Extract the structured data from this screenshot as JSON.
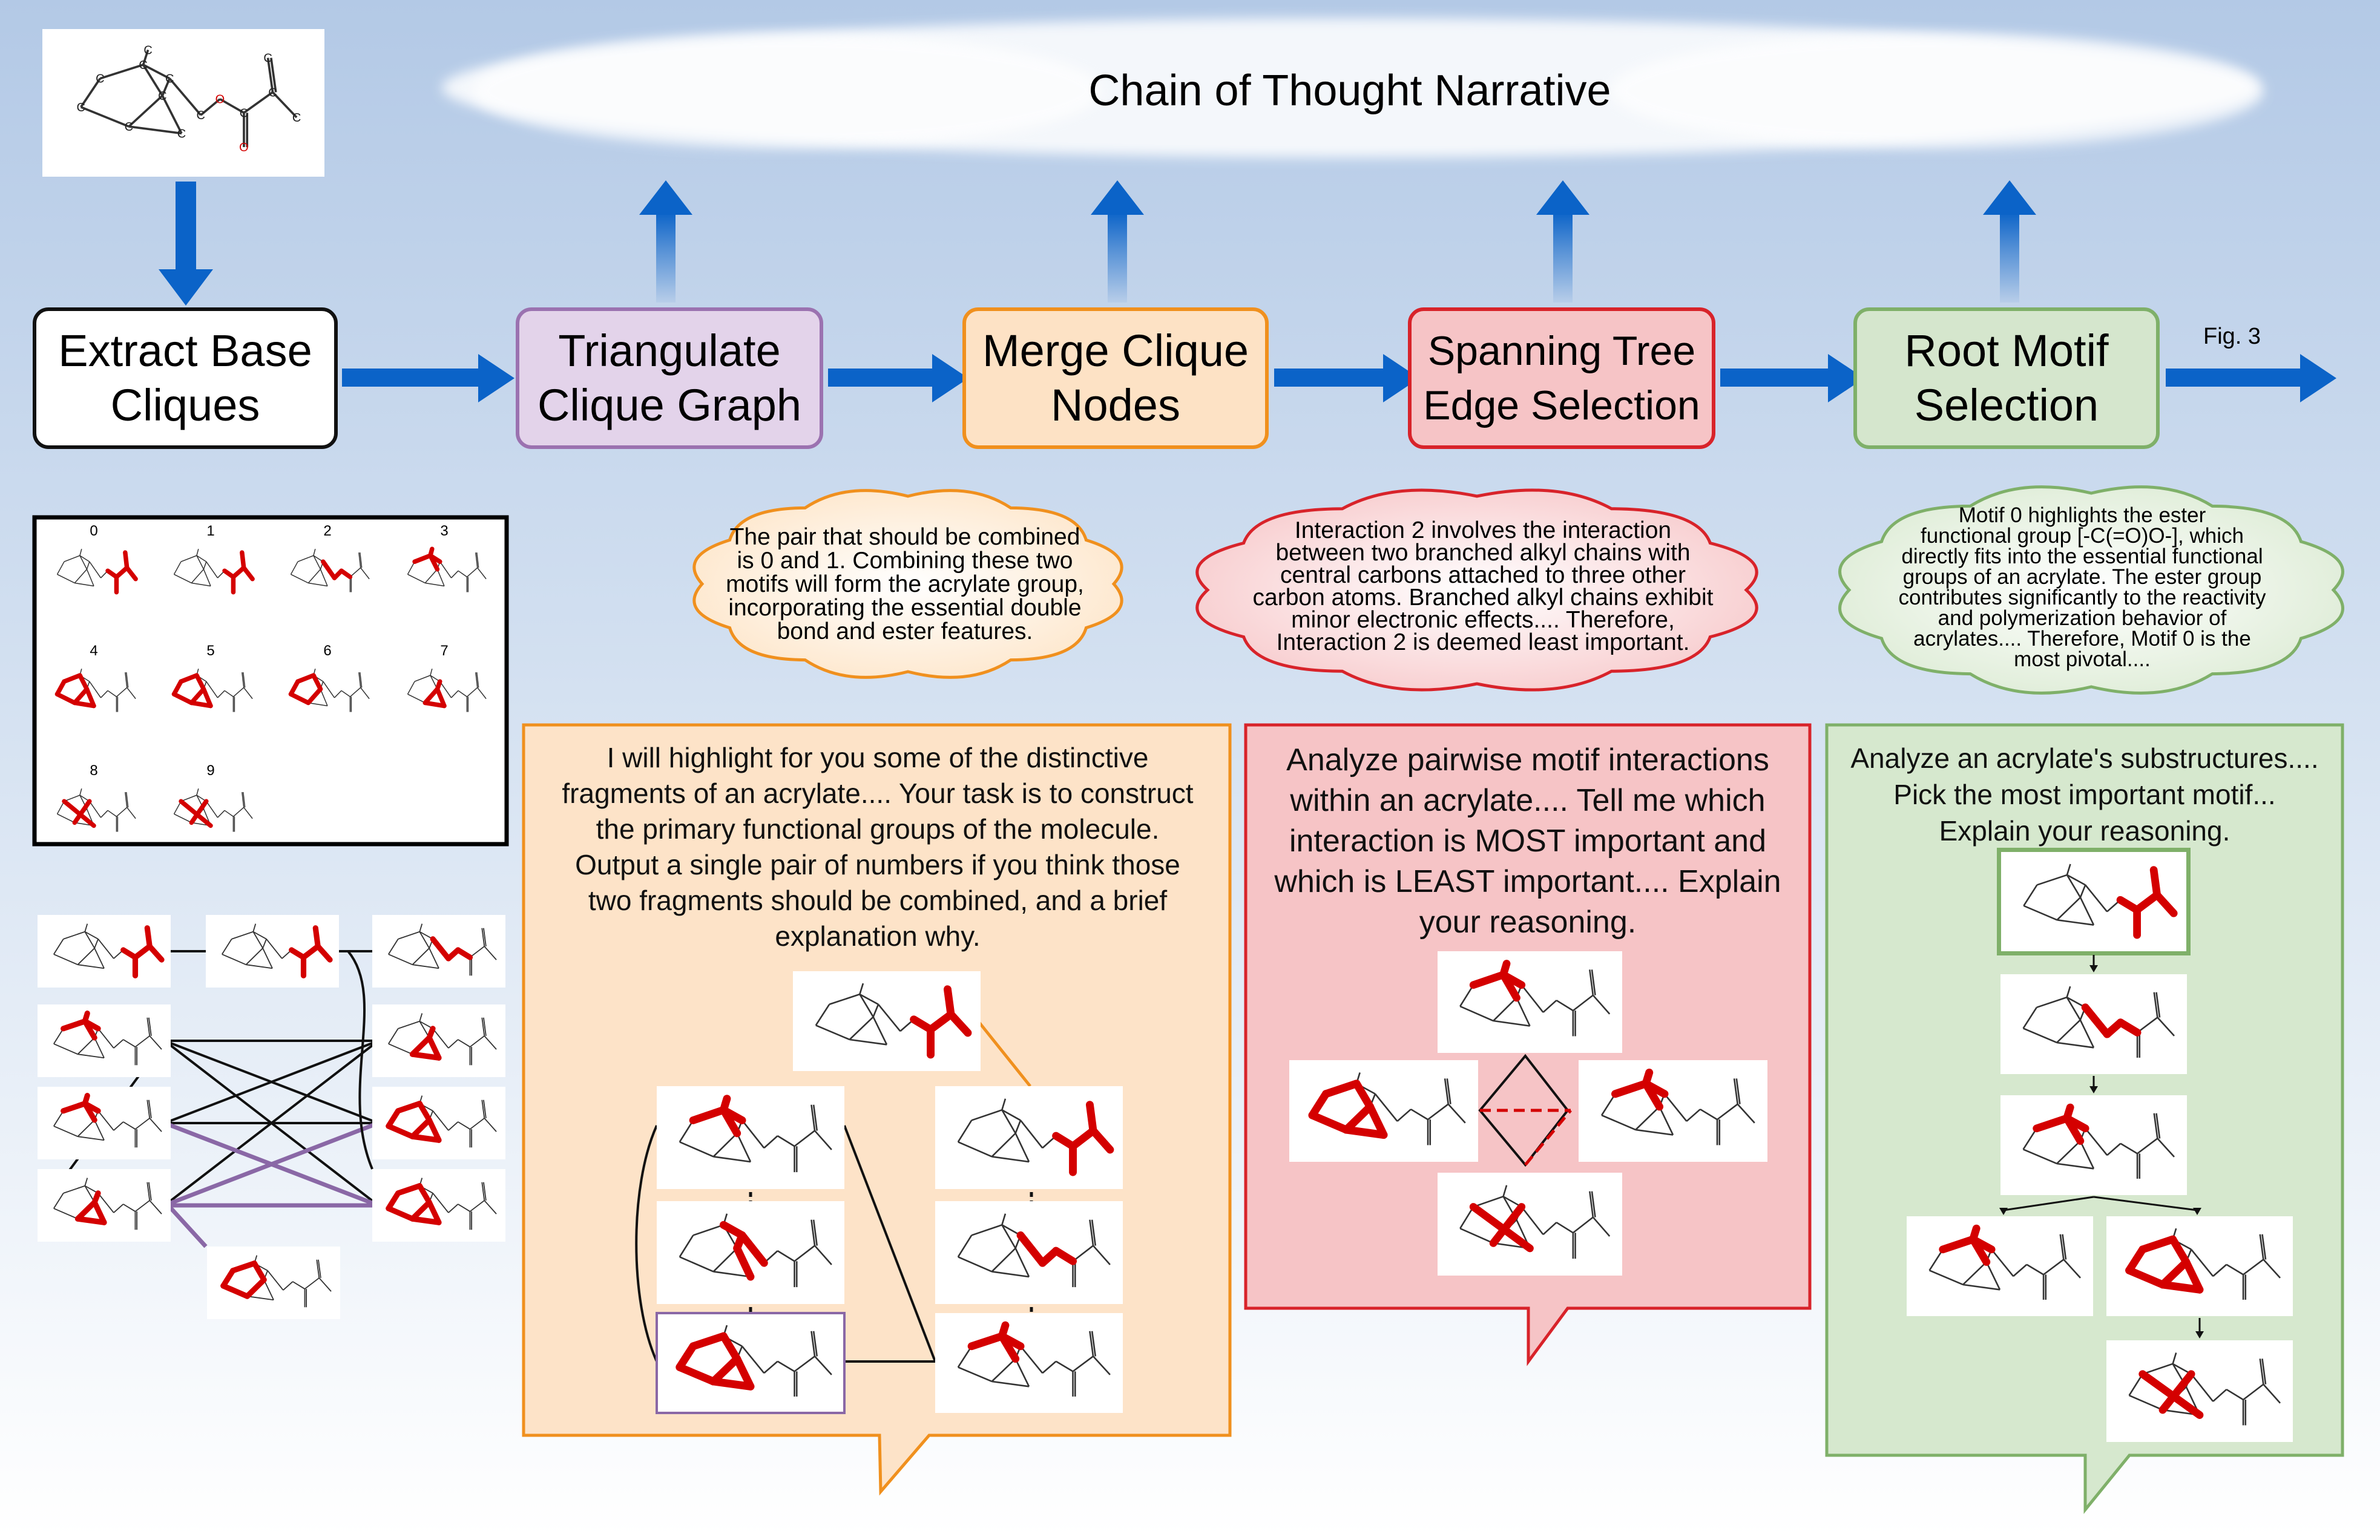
{
  "header": {
    "title": "Chain of Thought Narrative"
  },
  "steps": [
    {
      "line1": "Extract Base",
      "line2": "Cliques"
    },
    {
      "line1": "Triangulate",
      "line2": "Clique Graph"
    },
    {
      "line1": "Merge Clique",
      "line2": "Nodes"
    },
    {
      "line1": "Spanning Tree",
      "line2": "Edge Selection"
    },
    {
      "line1": "Root Motif",
      "line2": "Selection"
    }
  ],
  "fig_label": "Fig. 3",
  "clique_ids": [
    "0",
    "1",
    "2",
    "3",
    "4",
    "5",
    "6",
    "7",
    "8",
    "9"
  ],
  "clouds": {
    "merge": [
      "The pair that should be combined",
      "is 0 and 1. Combining these two",
      "motifs will form the acrylate group,",
      "incorporating the essential double",
      "bond and ester features."
    ],
    "spanning": [
      "Interaction 2 involves the interaction",
      "between two branched alkyl chains with",
      "central carbons attached to three other",
      "carbon atoms. Branched alkyl chains exhibit",
      "minor electronic effects.... Therefore,",
      "Interaction 2 is deemed least important."
    ],
    "root": [
      "Motif 0 highlights the ester",
      "functional group [-C(=O)O-], which",
      "directly fits into the essential functional",
      "groups of an acrylate. The ester group",
      "contributes significantly to the reactivity",
      "and polymerization behavior of",
      "acrylates.... Therefore, Motif 0 is the",
      "most pivotal...."
    ]
  },
  "prompts": {
    "merge": [
      "I will highlight for you some of the distinctive",
      "fragments of an acrylate.... Your task is to construct",
      "the primary functional groups of the molecule.",
      "Output a single pair of numbers if you think those",
      "two fragments should be combined, and a brief",
      "explanation why."
    ],
    "spanning": [
      "Analyze pairwise motif interactions",
      "within an acrylate.... Tell me which",
      "interaction is MOST important and",
      "which is LEAST important.... Explain",
      "your reasoning."
    ],
    "root": [
      "Analyze an acrylate's substructures....",
      "Pick the most important motif...",
      "Explain your reasoning."
    ]
  },
  "molecule_atom_label": "C",
  "molecule_oxygen_label": "O",
  "colors": {
    "arrow_blue": "#0b63c8",
    "sky_top": "#b9cde7",
    "step_purple": "#e3d3ea",
    "step_orange": "#fde2c5",
    "step_red": "#f6c4c6",
    "step_green": "#d5e6cd",
    "highlight_red": "#d40000",
    "graph_purple": "#8a68a6"
  }
}
